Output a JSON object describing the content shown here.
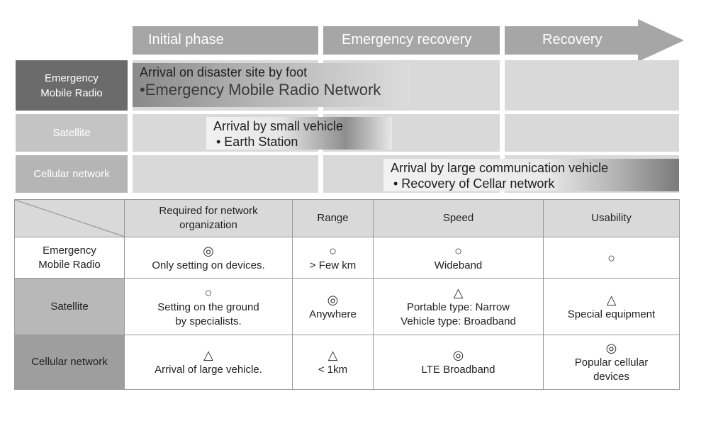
{
  "phases": {
    "initial": "Initial phase",
    "emergency_recovery": "Emergency recovery",
    "recovery": "Recovery"
  },
  "timeline_rows": [
    {
      "label": "Emergency\nMobile Radio",
      "color": "#6b6b6b"
    },
    {
      "label": "Satellite",
      "color": "#c4c4c4"
    },
    {
      "label": "Cellular network",
      "color": "#b5b5b5"
    }
  ],
  "callouts": {
    "emergency": {
      "title": "Arrival on disaster site by foot",
      "item": "•Emergency Mobile Radio Network"
    },
    "satellite": {
      "title": "Arrival by small vehicle",
      "item": "•  Earth Station"
    },
    "cellular": {
      "title": "Arrival by large communication vehicle",
      "item": "•  Recovery of Cellar network"
    }
  },
  "table": {
    "headers": [
      "Required for network\norganization",
      "Range",
      "Speed",
      "Usability"
    ],
    "rows": [
      {
        "label": "Emergency\nMobile Radio",
        "cells": [
          {
            "mark": "◎",
            "text": "Only setting on devices."
          },
          {
            "mark": "○",
            "text": "> Few km"
          },
          {
            "mark": "○",
            "text": "Wideband"
          },
          {
            "mark": "○",
            "text": ""
          }
        ]
      },
      {
        "label": "Satellite",
        "cells": [
          {
            "mark": "○",
            "text": "Setting on the ground\nby specialists."
          },
          {
            "mark": "◎",
            "text": "Anywhere"
          },
          {
            "mark": "△",
            "text": "Portable type: Narrow\nVehicle type: Broadband"
          },
          {
            "mark": "△",
            "text": "Special equipment"
          }
        ]
      },
      {
        "label": "Cellular network",
        "cells": [
          {
            "mark": "△",
            "text": "Arrival of large vehicle."
          },
          {
            "mark": "△",
            "text": "< 1km"
          },
          {
            "mark": "◎",
            "text": "LTE  Broadband"
          },
          {
            "mark": "◎",
            "text": "Popular cellular\ndevices"
          }
        ]
      }
    ]
  }
}
